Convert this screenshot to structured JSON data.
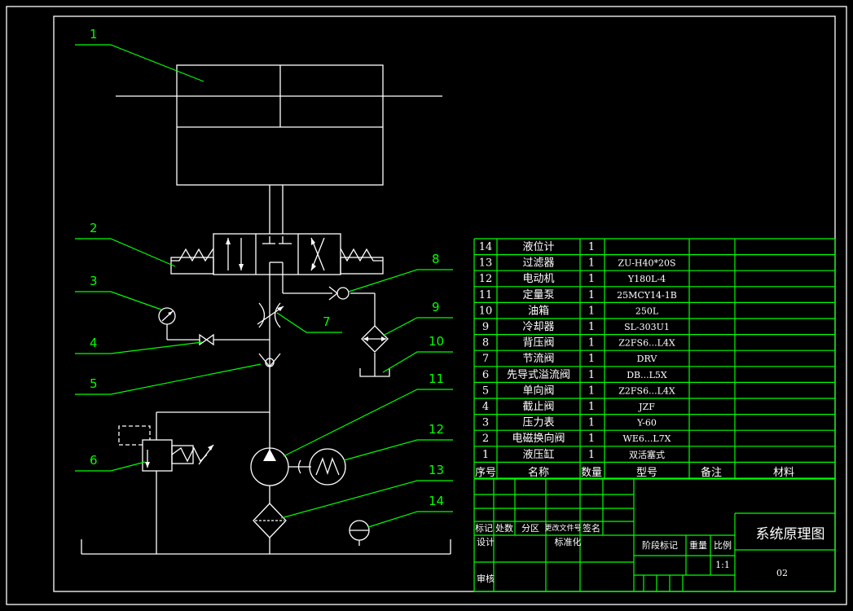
{
  "leaders": [
    "1",
    "2",
    "3",
    "4",
    "5",
    "6",
    "7",
    "8",
    "9",
    "10",
    "11",
    "12",
    "13",
    "14"
  ],
  "bom": {
    "rows": [
      {
        "no": "14",
        "name": "液位计",
        "qty": "1",
        "model": ""
      },
      {
        "no": "13",
        "name": "过滤器",
        "qty": "1",
        "model": "ZU-H40*20S"
      },
      {
        "no": "12",
        "name": "电动机",
        "qty": "1",
        "model": "Y180L-4"
      },
      {
        "no": "11",
        "name": "定量泵",
        "qty": "1",
        "model": "25MCY14-1B"
      },
      {
        "no": "10",
        "name": "油箱",
        "qty": "1",
        "model": "250L"
      },
      {
        "no": "9",
        "name": "冷却器",
        "qty": "1",
        "model": "SL-303U1"
      },
      {
        "no": "8",
        "name": "背压阀",
        "qty": "1",
        "model": "Z2FS6...L4X"
      },
      {
        "no": "7",
        "name": "节流阀",
        "qty": "1",
        "model": "DRV"
      },
      {
        "no": "6",
        "name": "先导式溢流阀",
        "qty": "1",
        "model": "DB...L5X"
      },
      {
        "no": "5",
        "name": "单向阀",
        "qty": "1",
        "model": "Z2FS6...L4X"
      },
      {
        "no": "4",
        "name": "截止阀",
        "qty": "1",
        "model": "JZF"
      },
      {
        "no": "3",
        "name": "压力表",
        "qty": "1",
        "model": "Y-60"
      },
      {
        "no": "2",
        "name": "电磁换向阀",
        "qty": "1",
        "model": "WE6...L7X"
      },
      {
        "no": "1",
        "name": "液压缸",
        "qty": "1",
        "model": "双活塞式"
      }
    ],
    "header": {
      "no": "序号",
      "name": "名称",
      "qty": "数量",
      "model": "型号",
      "note": "备注",
      "material": "材料"
    }
  },
  "titleblock": {
    "biaoji": "标记",
    "chushu": "处数",
    "fenqu": "分区",
    "gengai": "更改文件号",
    "qianming": "签名",
    "sheji": "设计",
    "biaozhunhua": "标准化",
    "shenhe": "审核",
    "jieduan": "阶段标记",
    "zhongliang": "重量",
    "bili": "比例",
    "scale": "1:1",
    "title": "系统原理图",
    "drawing_no": "02"
  }
}
